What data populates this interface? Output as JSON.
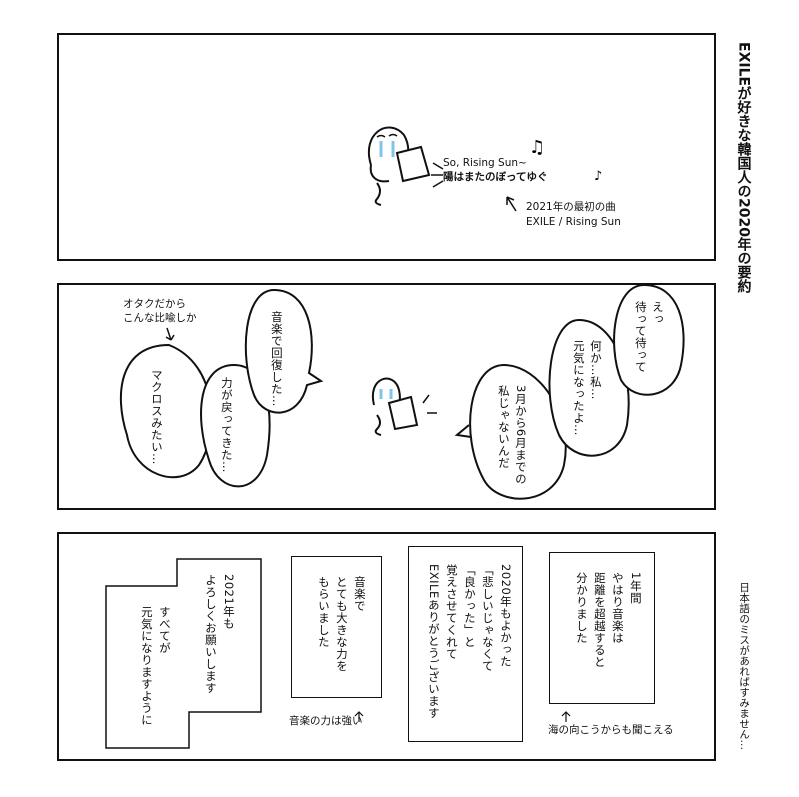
{
  "title": "EXILEが好きな韓国人の2020年の要約",
  "footnote": "日本語のミスがあればすみません…",
  "panel1": {
    "lyric_line1": "So, Rising Sun~",
    "lyric_line2": "陽はまたのぼってゆぐ",
    "caption_line1": "2021年の最初の曲",
    "caption_line2": "EXILE / Rising Sun"
  },
  "panel2": {
    "note_line1": "オタクだから",
    "note_line2": "こんな比喩しか",
    "bubble_macross": "マクロスみたい…",
    "bubble_power": "力が戻ってきた…",
    "bubble_recover": "音楽で回復した…",
    "bubble_months": [
      "3月から6月までの",
      "私じゃないんだ"
    ],
    "bubble_genki": [
      "何か…私…",
      "元気になったよ…"
    ],
    "bubble_wait": [
      "えっ",
      "待って待って"
    ]
  },
  "panel3": {
    "box1": [
      "2021年も",
      "よろしくお願いします"
    ],
    "box1_lower": [
      "すべてが",
      "元気になりますように"
    ],
    "box2": [
      "音楽で",
      "とても大きな力を",
      "もらいました"
    ],
    "box2_caption": "音楽の力は強い",
    "box3": [
      "2020年もよかった",
      "「悲しいじゃなくて",
      "「良かった」と",
      "覚えさせてくれて",
      "EXILEありがとうございます"
    ],
    "box4": [
      "1年間",
      "やはり音楽は",
      "距離を超越すると",
      "分かりました"
    ],
    "box4_caption": "海の向こうからも聞こえる"
  },
  "colors": {
    "ink": "#111111",
    "tears": "#7fc4ea"
  }
}
